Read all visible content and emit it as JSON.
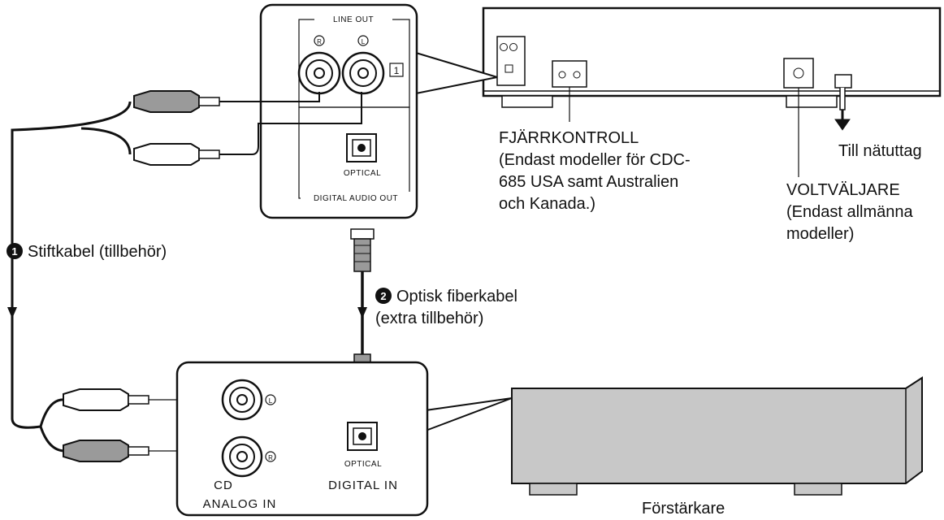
{
  "rear_panel": {
    "line_out": "LINE OUT",
    "right_mark": "R",
    "left_mark": "L",
    "note_number": "1",
    "optical": "OPTICAL",
    "digital_audio_out": "DIGITAL AUDIO OUT"
  },
  "amp_panel": {
    "left_mark": "L",
    "right_mark": "R",
    "optical": "OPTICAL",
    "cd": "CD",
    "analog_in": "ANALOG IN",
    "digital_in": "DIGITAL IN"
  },
  "labels": {
    "remote": [
      "FJÄRRKONTROLL",
      "(Endast modeller för CDC-",
      "685 USA samt Australien",
      "och Kanada.)"
    ],
    "mains": "Till nätuttag",
    "voltage": [
      "VOLTVÄLJARE",
      "(Endast allmänna",
      "modeller)"
    ],
    "pin_cable": "Stiftkabel (tillbehör)",
    "optical_cable": [
      "Optisk fiberkabel",
      "(extra tillbehör)"
    ],
    "amplifier": "Förstärkare",
    "badge_1": "1",
    "badge_2": "2"
  }
}
